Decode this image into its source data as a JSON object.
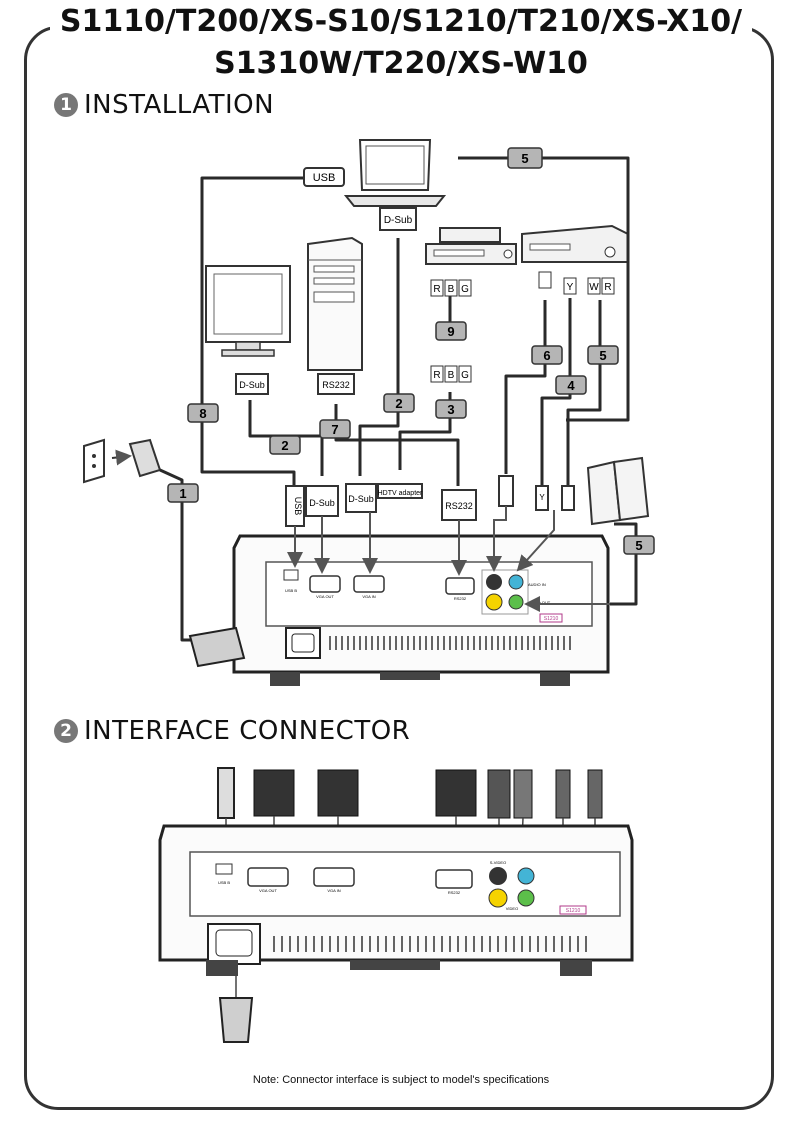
{
  "header": {
    "title_line1": "S1110/T200/XS-S10/S1210/T210/XS-X10/",
    "title_line2": "S1310W/T220/XS-W10"
  },
  "section1": {
    "number": "1",
    "title": "INSTALLATION"
  },
  "section2": {
    "number": "2",
    "title": "INTERFACE CONNECTOR"
  },
  "connectors": {
    "usb": "USB",
    "dsub": "D-Sub",
    "rs232": "RS232",
    "hdtv": "HDTV adapter",
    "r": "R",
    "b": "B",
    "g": "G",
    "y": "Y",
    "w": "W"
  },
  "cables": [
    "1",
    "2",
    "2",
    "3",
    "4",
    "5",
    "5",
    "5",
    "6",
    "7",
    "8",
    "9"
  ],
  "port_labels": {
    "usb_b": "USB B",
    "vga_out": "VGA OUT",
    "vga_in": "VGA IN",
    "rs232": "RS232",
    "s_video": "S-VIDEO",
    "audio_in": "AUDIO IN",
    "video": "VIDEO",
    "audio_out": "AUDIO OUT",
    "model": "S1210"
  },
  "footer": {
    "note": "Note: Connector interface is subject to model's specifications"
  }
}
